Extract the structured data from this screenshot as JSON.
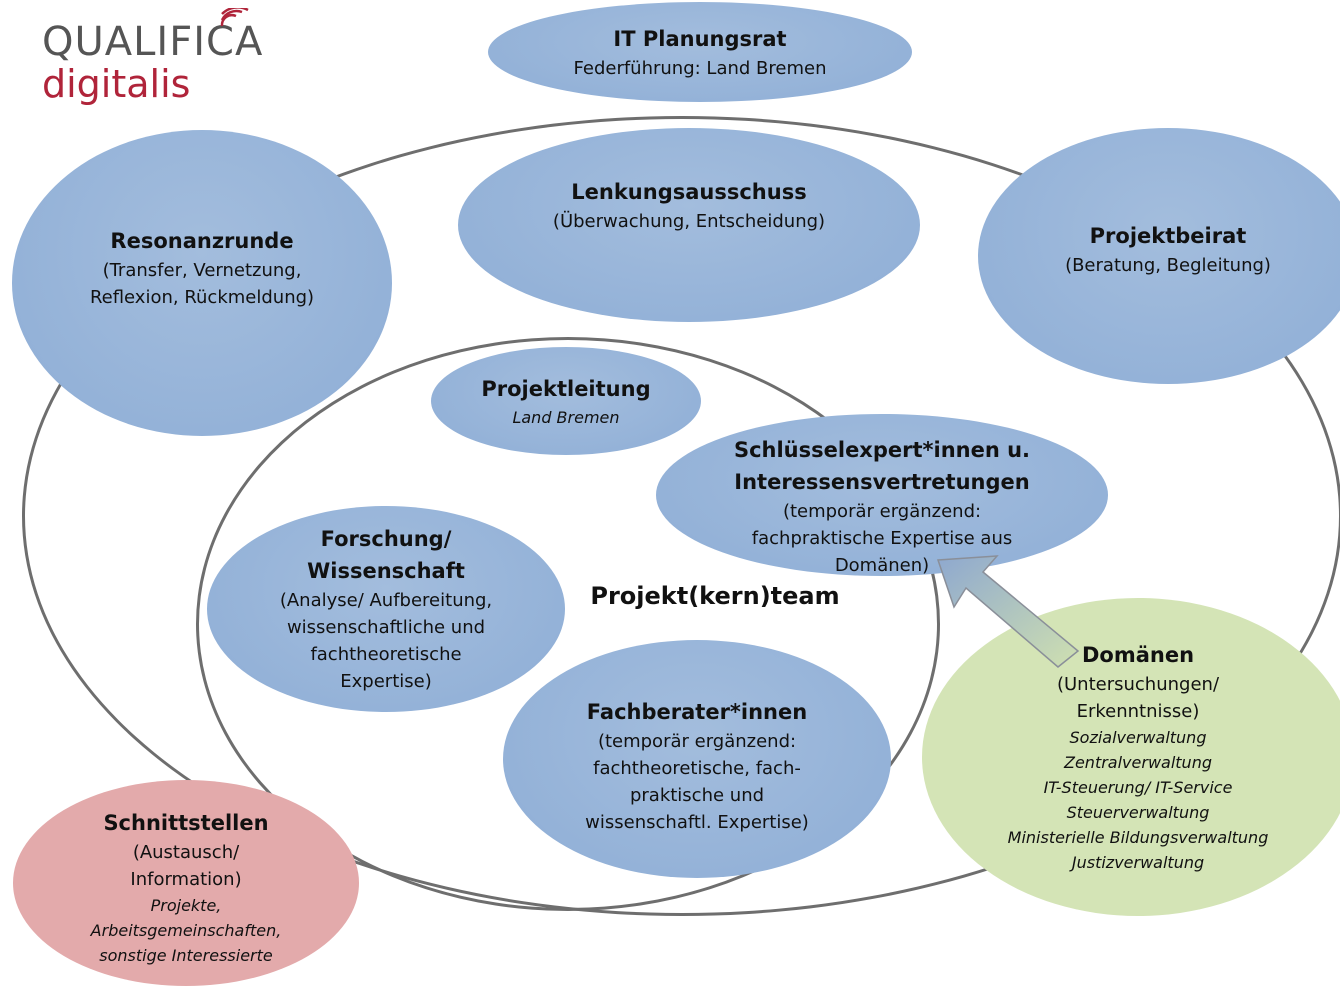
{
  "logo": {
    "line1": "QUALIFICA",
    "line2": "digitalis",
    "accent_color": "#b0243a"
  },
  "colors": {
    "bubble_blue": "#94b2d8",
    "bubble_green": "#d4e4b6",
    "bubble_pink": "#e3aaab",
    "outline": "#6e6e6e"
  },
  "it_planungsrat": {
    "title": "IT Planungsrat",
    "subtitle": "Federführung: Land Bremen"
  },
  "lenkungsausschuss": {
    "title": "Lenkungsausschuss",
    "subtitle": "(Überwachung, Entscheidung)"
  },
  "resonanzrunde": {
    "title": "Resonanzrunde",
    "line1": "(Transfer, Vernetzung,",
    "line2": "Reflexion, Rückmeldung)"
  },
  "projektbeirat": {
    "title": "Projektbeirat",
    "subtitle": "(Beratung, Begleitung)"
  },
  "projektleitung": {
    "title": "Projektleitung",
    "subtitle": "Land Bremen"
  },
  "schluessel": {
    "title1": "Schlüsselexpert*innen u.",
    "title2": "Interessensvertretungen",
    "line1": "(temporär ergänzend:",
    "line2": "fachpraktische Expertise aus",
    "line3": "Domänen)"
  },
  "forschung": {
    "title1": "Forschung/",
    "title2": "Wissenschaft",
    "line1": "(Analyse/ Aufbereitung,",
    "line2": "wissenschaftliche und",
    "line3": "fachtheoretische",
    "line4": "Expertise)"
  },
  "core_label": "Projekt(kern)team",
  "fachberater": {
    "title": "Fachberater*innen",
    "line1": "(temporär ergänzend:",
    "line2": "fachtheoretische, fach-",
    "line3": "praktische und",
    "line4": "wissenschaftl. Expertise)"
  },
  "domaenen": {
    "title": "Domänen",
    "line1": "(Untersuchungen/",
    "line2": "Erkenntnisse)",
    "items": [
      "Sozialverwaltung",
      "Zentralverwaltung",
      "IT-Steuerung/ IT-Service",
      "Steuerverwaltung",
      "Ministerielle Bildungsverwaltung",
      "Justizverwaltung"
    ]
  },
  "schnittstellen": {
    "title": "Schnittstellen",
    "line1": "(Austausch/",
    "line2": "Information)",
    "italic1": "Projekte,",
    "italic2": "Arbeitsgemeinschaften,",
    "italic3": "sonstige Interessierte"
  }
}
